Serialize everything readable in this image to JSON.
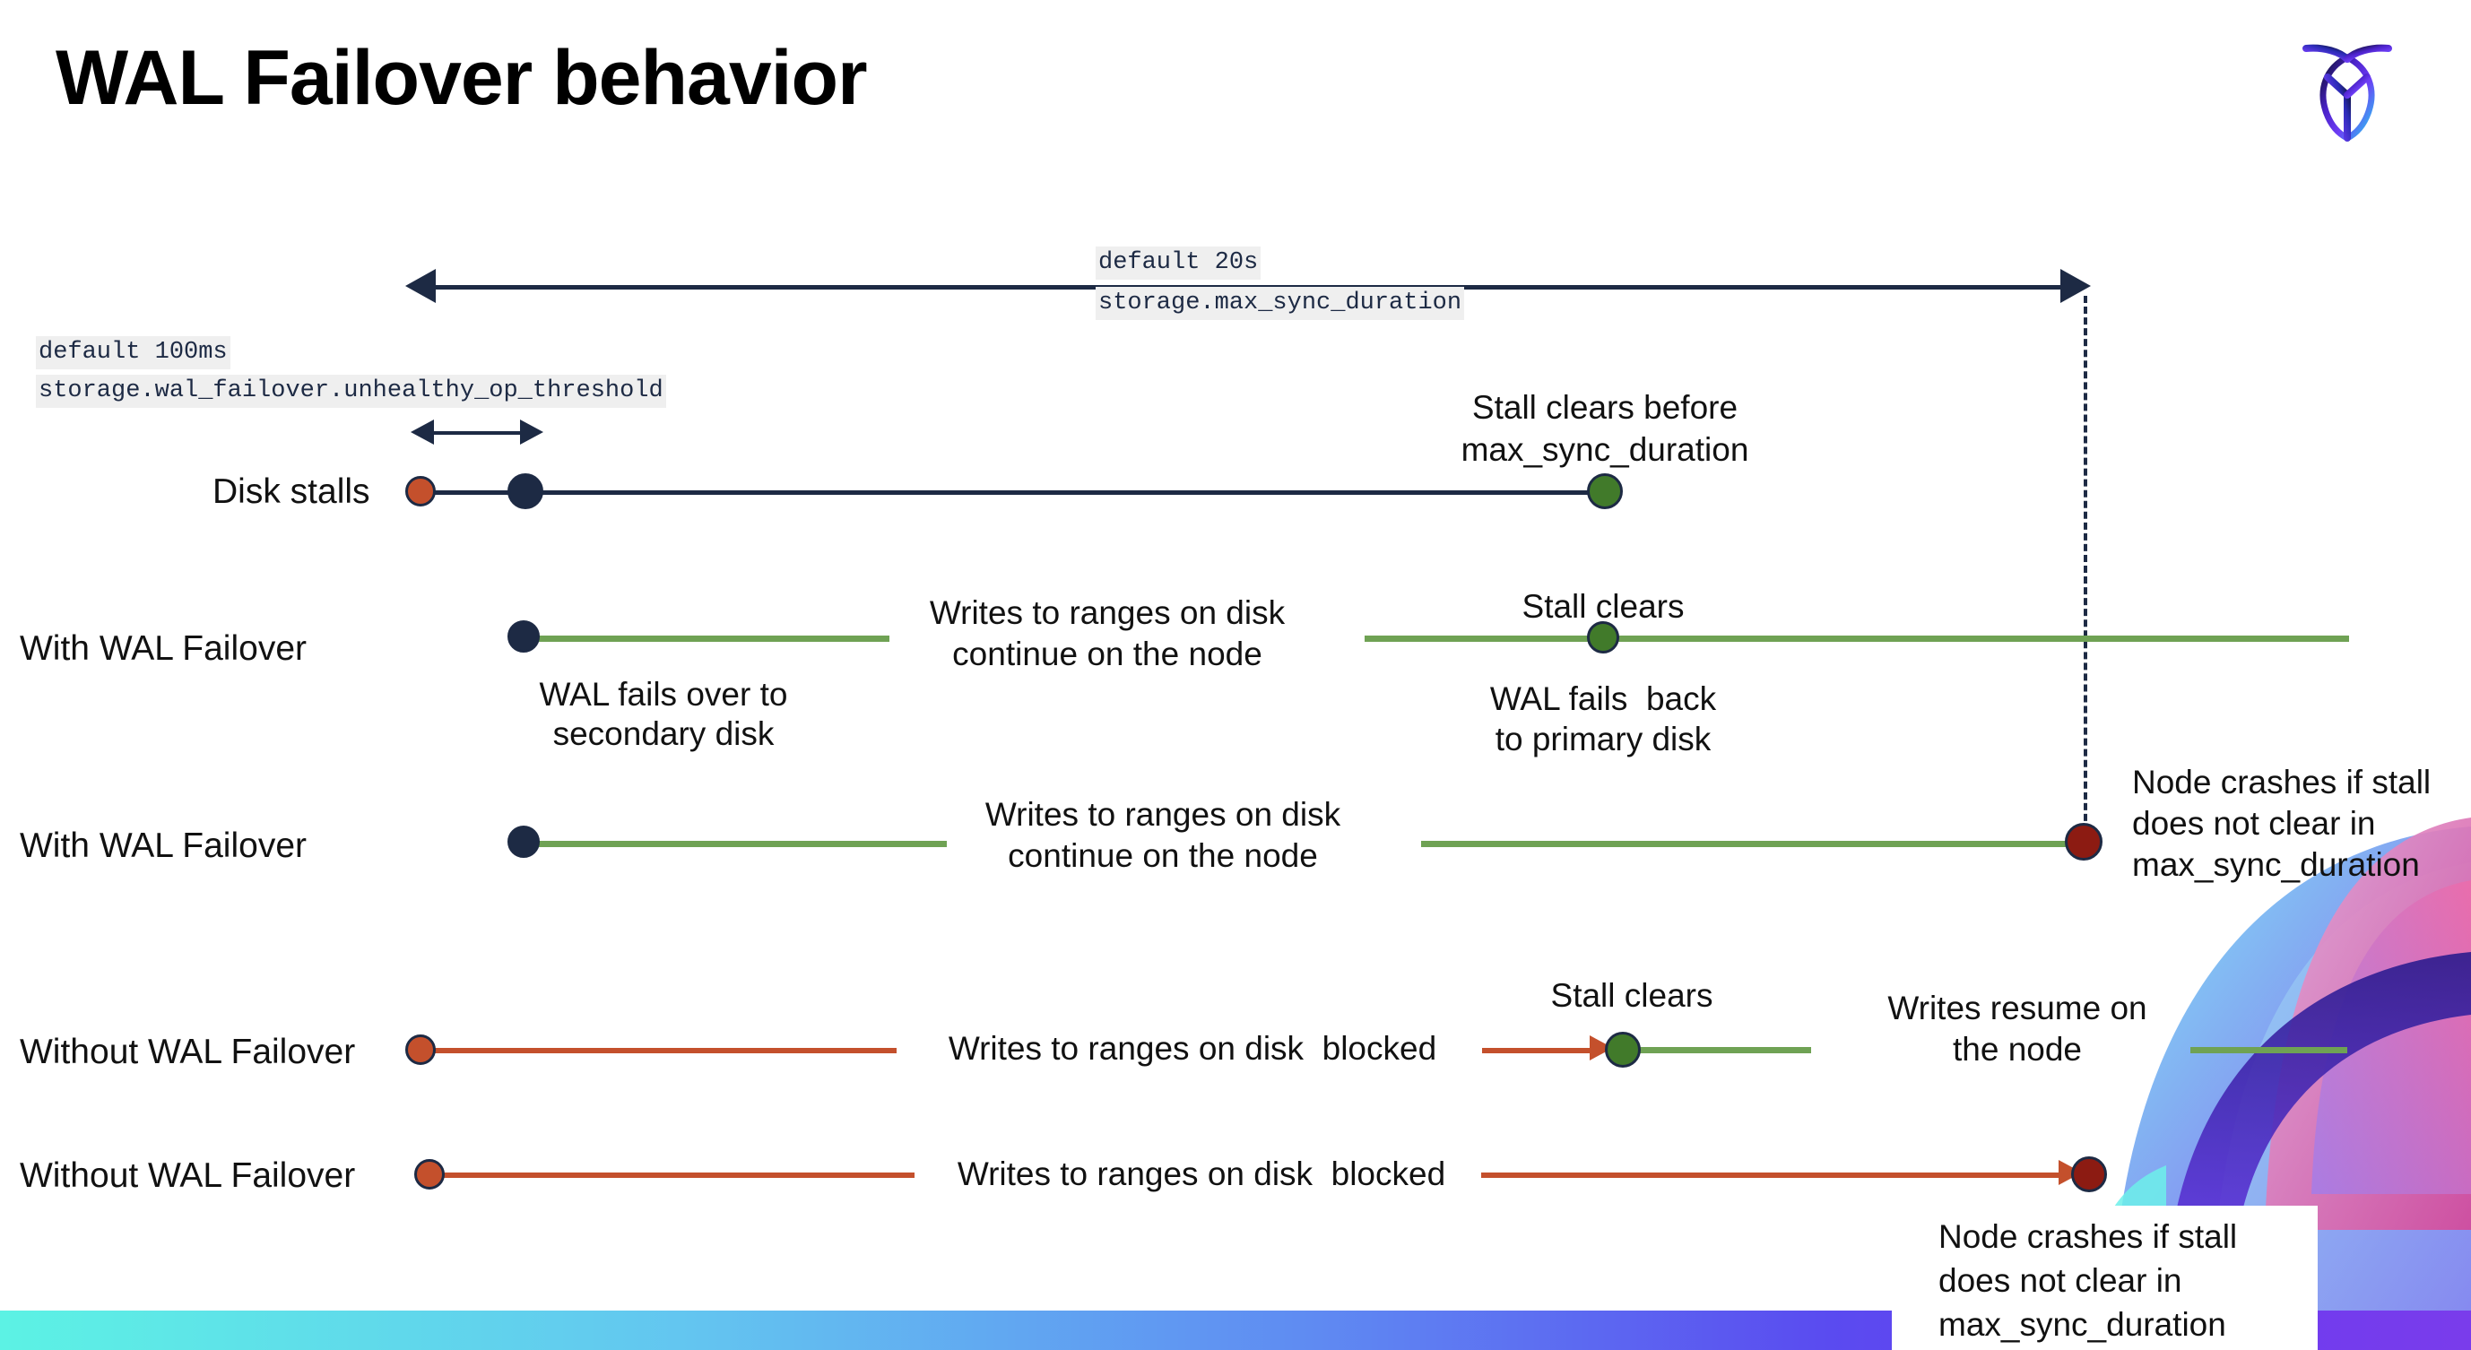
{
  "slide": {
    "title": "WAL Failover behavior",
    "logo_name": "cockroachdb-logo"
  },
  "annotations": {
    "max_sync_default": "default 20s",
    "max_sync_setting": "storage.max_sync_duration",
    "unhealthy_default": "default 100ms",
    "unhealthy_setting": "storage.wal_failover.unhealthy_op_threshold"
  },
  "rows": [
    {
      "label": "Disk stalls",
      "notes": [
        "Stall clears before",
        "max_sync_duration"
      ]
    },
    {
      "label": "With WAL Failover",
      "notes": [
        "WAL fails over to",
        "secondary disk",
        "Writes to ranges on disk",
        "continue on the node",
        "Stall clears",
        "WAL fails  back",
        "to primary disk"
      ]
    },
    {
      "label": "With WAL Failover",
      "notes": [
        "Writes to ranges on disk",
        "continue on the node",
        "Node crashes if stall",
        "does not clear in",
        "max_sync_duration"
      ]
    },
    {
      "label": "Without WAL Failover",
      "notes": [
        "Writes to ranges on disk  blocked",
        "Stall clears",
        "Writes resume on",
        "the node"
      ]
    },
    {
      "label": "Without WAL Failover",
      "notes": [
        "Writes to ranges on disk  blocked",
        "Node crashes if stall",
        "does not clear in",
        "max_sync_duration"
      ]
    }
  ],
  "texts": {
    "stall_clears_before_l1": "Stall clears before",
    "stall_clears_before_l2": "max_sync_duration",
    "wal_fails_over_l1": "WAL fails over to",
    "wal_fails_over_l2": "secondary disk",
    "writes_continue_l1": "Writes to ranges on disk",
    "writes_continue_l2": "continue on the node",
    "stall_clears": "Stall clears",
    "wal_fails_back_l1": "WAL fails  back",
    "wal_fails_back_l2": "to primary disk",
    "node_crash_l1": "Node crashes if stall",
    "node_crash_l2": "does not clear in",
    "node_crash_l3": "max_sync_duration",
    "writes_blocked": "Writes to ranges on disk  blocked",
    "writes_resume_l1": "Writes resume on",
    "writes_resume_l2": "the node"
  },
  "colors": {
    "navy": "#1d2a44",
    "green_line": "#6fa254",
    "green_dot": "#417a2a",
    "red_line": "#c4502c",
    "red_dot": "#c4502c",
    "dark_red_dot": "#8c1b12",
    "chip_bg": "#efefef",
    "bar_left": "#5cf2e4",
    "bar_right": "#7a3ceb"
  }
}
